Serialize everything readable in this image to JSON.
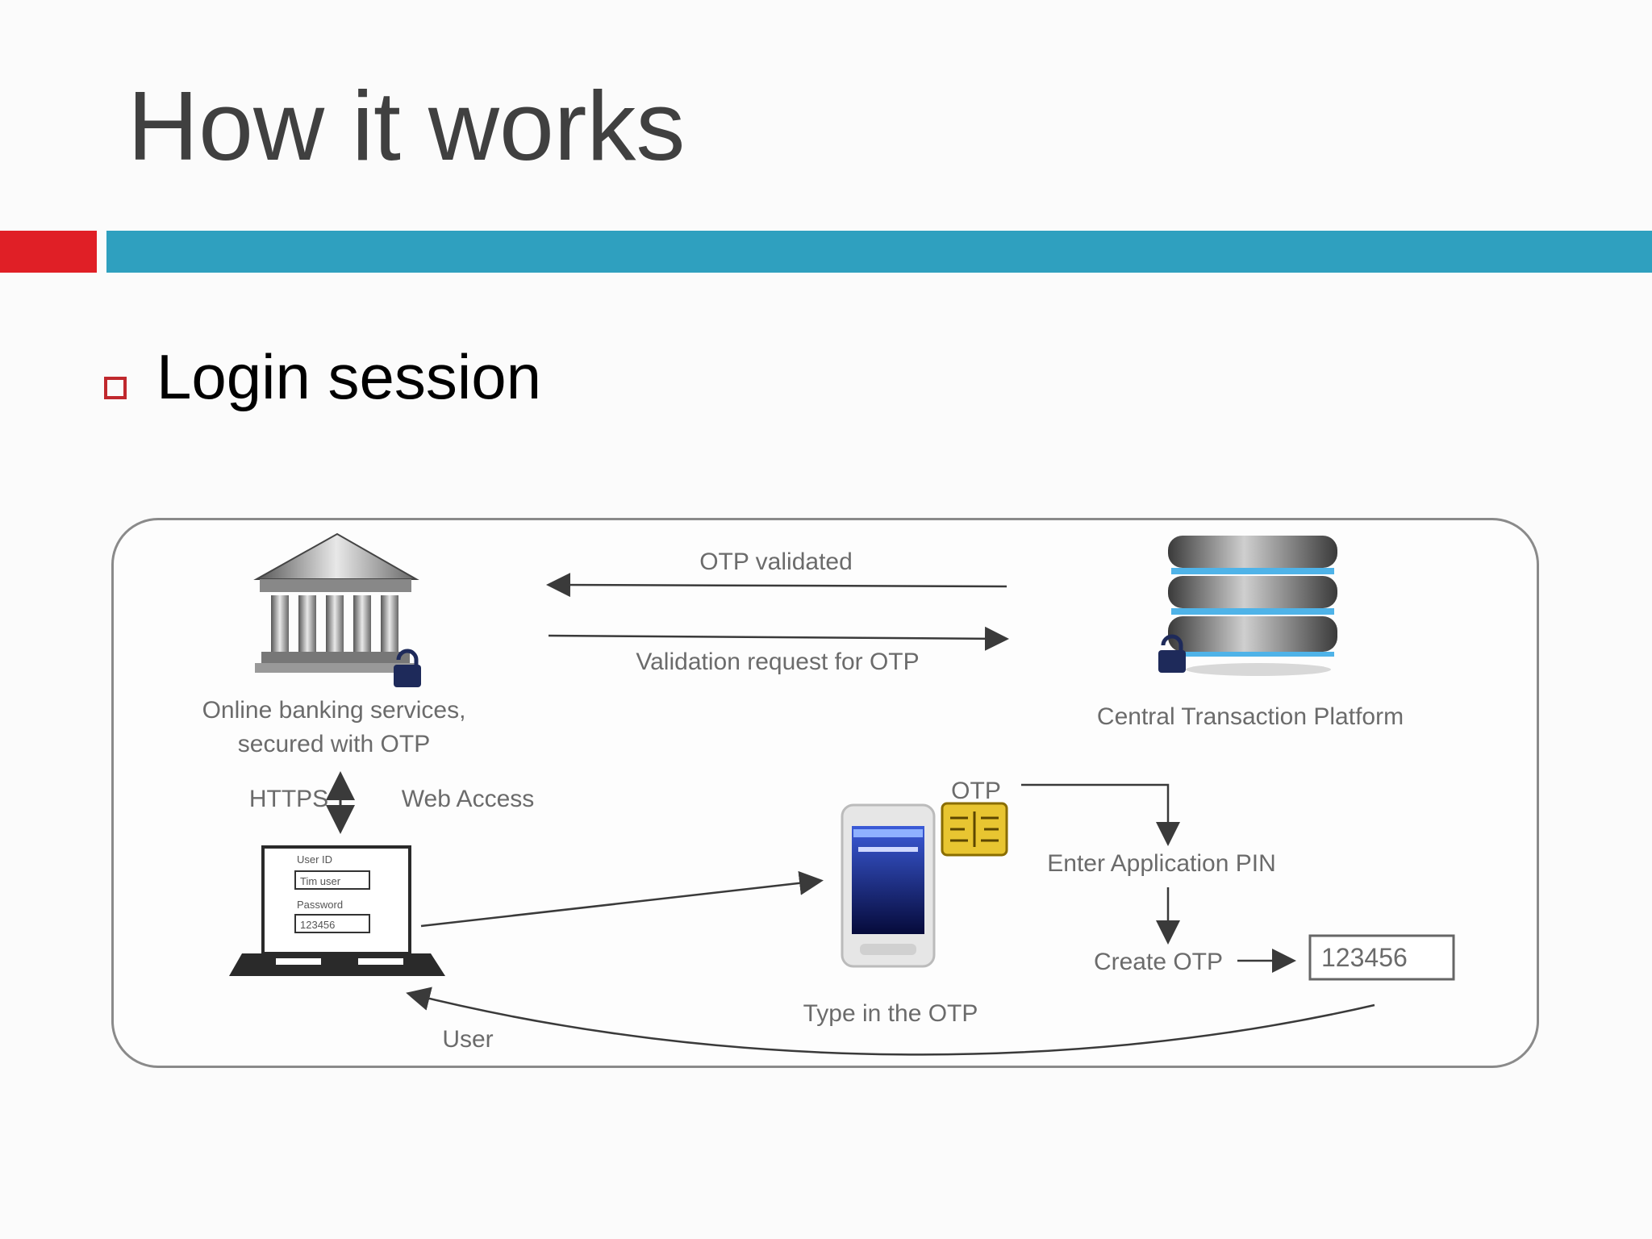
{
  "slide": {
    "title": "How it works",
    "bullet": "Login session"
  },
  "diagram": {
    "otp_validated": "OTP validated",
    "validation_request": "Validation request for OTP",
    "bank_label_line1": "Online banking services,",
    "bank_label_line2": "secured with OTP",
    "platform_label": "Central Transaction Platform",
    "https": "HTTPS",
    "web_access": "Web Access",
    "otp_chip_label": "OTP",
    "enter_pin": "Enter Application PIN",
    "create_otp": "Create OTP",
    "otp_value": "123456",
    "type_otp": "Type in the OTP",
    "user": "User",
    "laptop_user_id_label": "User ID",
    "laptop_user_id_value": "Tim user",
    "laptop_password_label": "Password",
    "laptop_password_value": "123456"
  },
  "colors": {
    "accent_red": "#e01f26",
    "accent_blue": "#2fa0bf",
    "title_gray": "#404040",
    "chip_gold": "#e8c531"
  }
}
